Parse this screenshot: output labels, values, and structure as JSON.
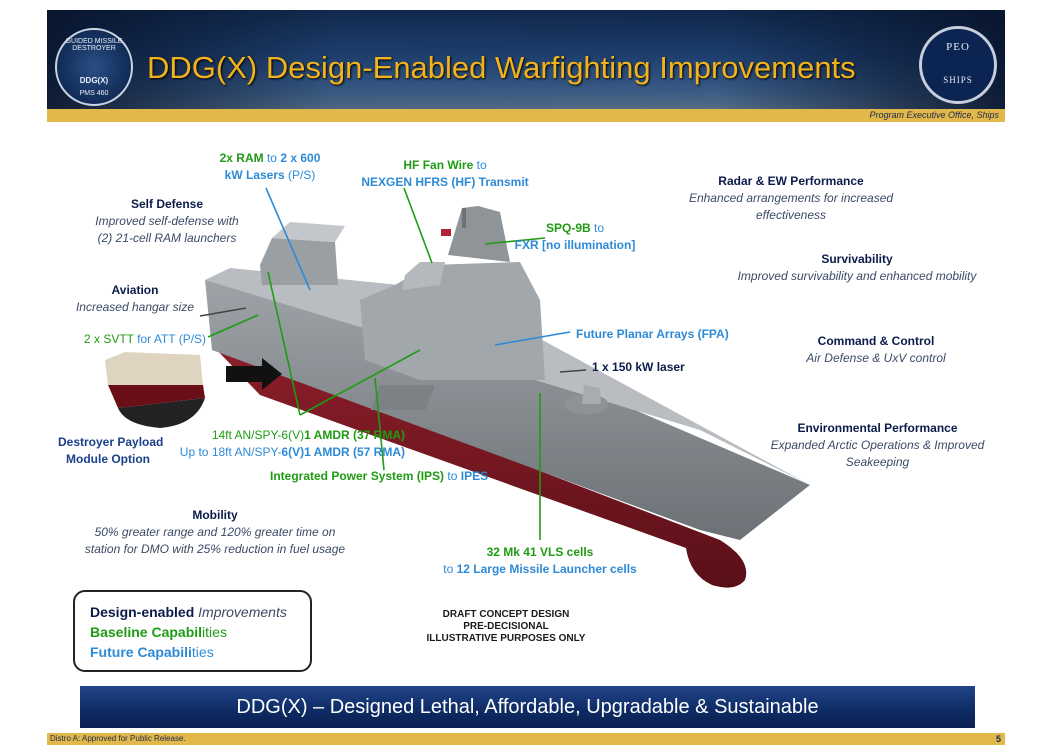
{
  "banner": {
    "title": "DDG(X) Design-Enabled Warfighting Improvements",
    "subtitle": "Program Executive Office, Ships",
    "seal_top": "GUIDED MISSILE DESTROYER",
    "seal_mid": "DDG(X)",
    "seal_bottom": "PMS 460",
    "peo_top": "PEO",
    "peo_bottom": "SHIPS"
  },
  "callouts": {
    "self_defense": {
      "head": "Self Defense",
      "line1": "Improved self-defense with",
      "line2": "(2) 21-cell RAM launchers"
    },
    "aviation": {
      "head": "Aviation",
      "line": "Increased hangar size"
    },
    "svtt": {
      "a": "2 x SVTT",
      "b": " for ",
      "c": "ATT",
      "d": " (P/S)"
    },
    "lasers": {
      "a": "2x RAM",
      "b": " to ",
      "c": "2 x 600",
      "d": "kW Lasers",
      "e": " (P/S)"
    },
    "hf": {
      "a": "HF Fan Wire",
      "b": " to",
      "c": "NEXGEN HFRS (HF) Transmit"
    },
    "spq": {
      "a": "SPQ-9B",
      "b": " to",
      "c": "FXR [no illumination]"
    },
    "radar": {
      "head": "Radar & EW Performance",
      "line1": "Enhanced arrangements for increased",
      "line2": "effectiveness"
    },
    "survivability": {
      "head": "Survivability",
      "line": "Improved survivability and enhanced mobility"
    },
    "command": {
      "head": "Command & Control",
      "line": "Air Defense & UxV control"
    },
    "environmental": {
      "head": "Environmental Performance",
      "line1": "Expanded Arctic Operations & Improved",
      "line2": "Seakeeping"
    },
    "fpa": "Future Planar Arrays (FPA)",
    "laser150": "1 x 150 kW laser",
    "amdr": {
      "a": "14ft AN/SPY-6(V)",
      "b": "1 AMDR (37 RMA)",
      "c": "Up to ",
      "d": "18ft AN/SPY-",
      "e": "6(V)",
      "f": "1 AMDR (57 RMA)"
    },
    "ips": {
      "a": "Integrated Power System (IPS)",
      "b": " to ",
      "c": "IPES"
    },
    "payload": {
      "line1": "Destroyer Payload",
      "line2": "Module Option"
    },
    "mobility": {
      "head": "Mobility",
      "line1": "50% greater range and 120% greater time on",
      "line2": "station for DMO with 25% reduction in fuel usage"
    },
    "vls": {
      "a": "32 Mk 41 VLS cells",
      "b": "to ",
      "c": "12 Large Missile Launcher cells"
    }
  },
  "legend": {
    "l1a": "Design-enabled",
    "l1b": " Improvements",
    "l2a": "Baseline Capabil",
    "l2b": "ities",
    "l3a": "Future Capabili",
    "l3b": "ties"
  },
  "draft": {
    "l1": "DRAFT CONCEPT DESIGN",
    "l2": "PRE-DECISIONAL",
    "l3": "ILLUSTRATIVE PURPOSES ONLY"
  },
  "bottom_bar": "DDG(X) – Designed Lethal, Affordable, Upgradable & Sustainable",
  "footer": {
    "left": "Distro A: Approved for Public Release.",
    "page": "5"
  },
  "colors": {
    "improvement": "#0b1c4a",
    "baseline": "#1f9b14",
    "future": "#2e8ad6",
    "title": "#f2b21b",
    "gold": "#e3b84a"
  }
}
